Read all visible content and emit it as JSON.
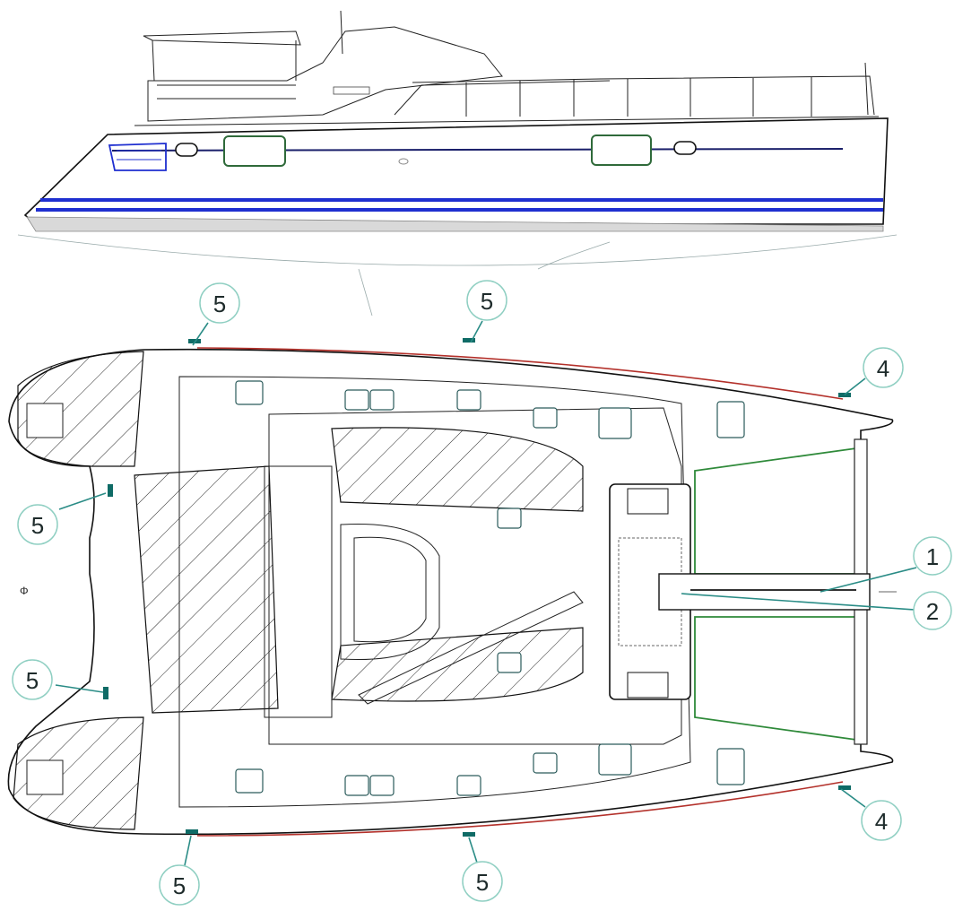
{
  "callouts": [
    {
      "id": "c5a",
      "label": "5"
    },
    {
      "id": "c5b",
      "label": "5"
    },
    {
      "id": "c4a",
      "label": "4"
    },
    {
      "id": "c5c",
      "label": "5"
    },
    {
      "id": "c1",
      "label": "1"
    },
    {
      "id": "c2",
      "label": "2"
    },
    {
      "id": "c5d",
      "label": "5"
    },
    {
      "id": "c4b",
      "label": "4"
    },
    {
      "id": "c5e",
      "label": "5"
    },
    {
      "id": "c5f",
      "label": "5"
    }
  ],
  "colors": {
    "callout_border": "#8fcfc2",
    "leader": "#2a8c86",
    "hull_stripe": "#1f2fd0",
    "toerail": "#b3302a",
    "trampoline": "#2f8a3a"
  }
}
